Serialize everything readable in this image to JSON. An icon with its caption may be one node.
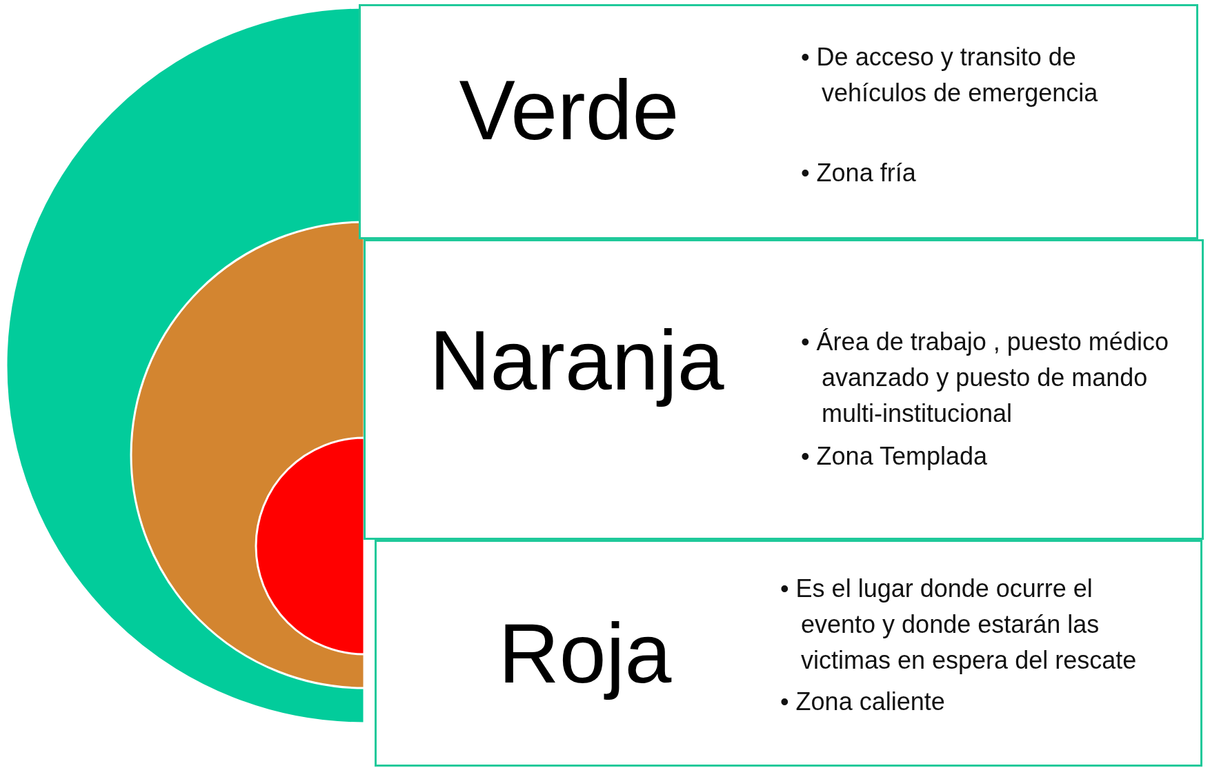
{
  "diagram": {
    "nodes": [
      {
        "text": [
          "Verde",
          "• De acceso y transito de vehículos de emergencia",
          "• Zona fría"
        ]
      },
      {
        "text": [
          "Naranja",
          "• Área de trabajo , puesto médico avanzado y puesto de mando multi-institucional",
          "• Zona Templada"
        ]
      },
      {
        "text": [
          "Roja",
          "• Es el lugar donde ocurre el evento y donde estarán las victimas en espera del rescate",
          "• Zona caliente"
        ]
      }
    ]
  }
}
